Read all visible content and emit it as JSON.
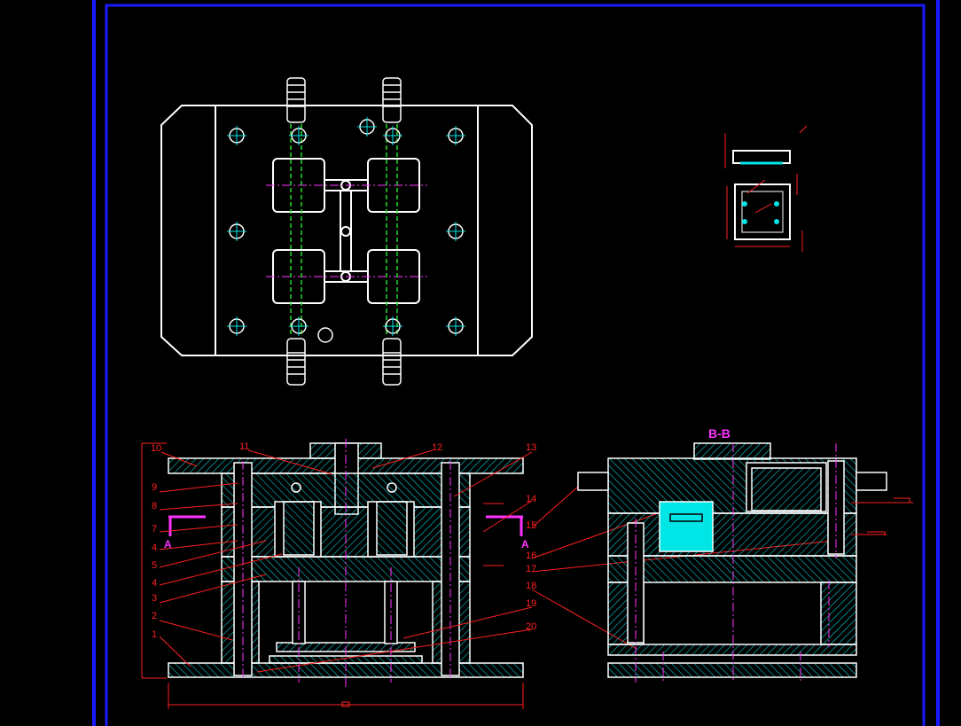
{
  "colors": {
    "background": "#000000",
    "frame": "#1a1aff",
    "outline": "#ffffff",
    "hatch": "#00e5e5",
    "leader": "#ff2020",
    "center": "#ff33ff",
    "guide": "#22dd22"
  },
  "section_title": "B-B",
  "section_marks": {
    "left": "A",
    "right": "A"
  },
  "part_labels": [
    "10",
    "11",
    "12",
    "13",
    "9",
    "8",
    "14",
    "7",
    "15",
    "4",
    "16",
    "5",
    "17",
    "4",
    "3",
    "18",
    "2",
    "19",
    "1",
    "20"
  ]
}
